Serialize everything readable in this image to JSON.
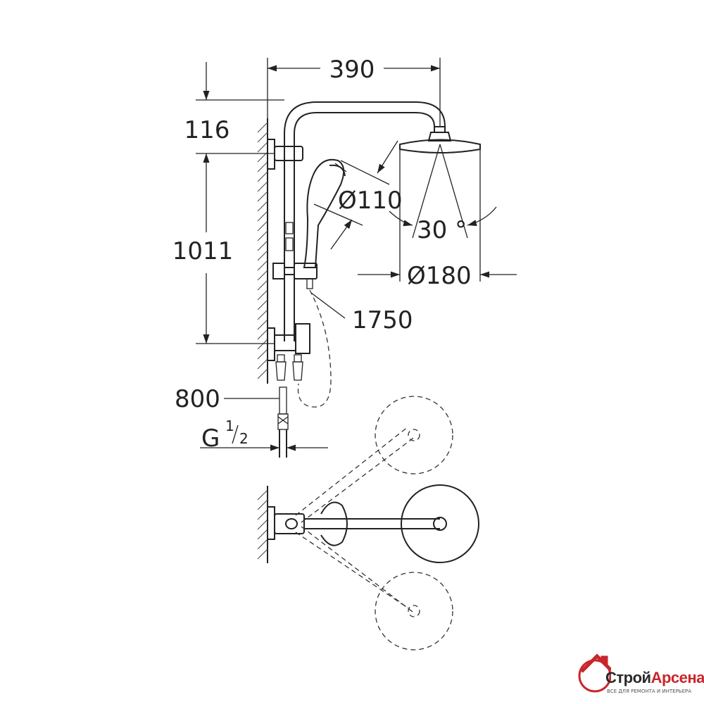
{
  "dimensions": {
    "width_390": "390",
    "height_116": "116",
    "height_1011": "1011",
    "hand_shower_diameter": "Ø110",
    "angle": "30 °",
    "head_shower_diameter": "Ø180",
    "hose_1750": "1750",
    "hose_800": "800",
    "thread_g": "G",
    "thread_num": "1",
    "thread_den": "2"
  },
  "watermark": {
    "name_part1": "Строй",
    "name_part2": "Арсенал",
    "tagline": "ВСЕ ДЛЯ РЕМОНТА И ИНТЕРЬЕРА",
    "brand_color": "#c8262c"
  }
}
